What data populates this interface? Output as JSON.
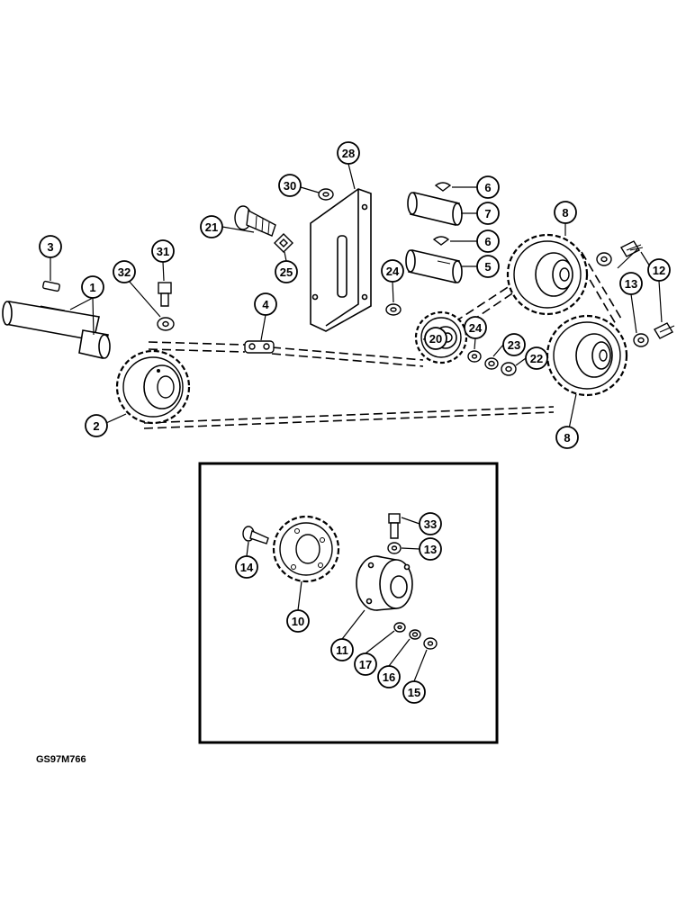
{
  "figure_code": "GS97M766",
  "callouts": [
    {
      "id": "c1",
      "label": "1"
    },
    {
      "id": "c2",
      "label": "2"
    },
    {
      "id": "c3",
      "label": "3"
    },
    {
      "id": "c4",
      "label": "4"
    },
    {
      "id": "c5",
      "label": "5"
    },
    {
      "id": "c6a",
      "label": "6"
    },
    {
      "id": "c6b",
      "label": "6"
    },
    {
      "id": "c7",
      "label": "7"
    },
    {
      "id": "c8a",
      "label": "8"
    },
    {
      "id": "c8b",
      "label": "8"
    },
    {
      "id": "c10",
      "label": "10"
    },
    {
      "id": "c11",
      "label": "11"
    },
    {
      "id": "c12",
      "label": "12"
    },
    {
      "id": "c13a",
      "label": "13"
    },
    {
      "id": "c13b",
      "label": "13"
    },
    {
      "id": "c14",
      "label": "14"
    },
    {
      "id": "c15",
      "label": "15"
    },
    {
      "id": "c16",
      "label": "16"
    },
    {
      "id": "c17",
      "label": "17"
    },
    {
      "id": "c20",
      "label": "20"
    },
    {
      "id": "c21",
      "label": "21"
    },
    {
      "id": "c22",
      "label": "22"
    },
    {
      "id": "c23",
      "label": "23"
    },
    {
      "id": "c24a",
      "label": "24"
    },
    {
      "id": "c24b",
      "label": "24"
    },
    {
      "id": "c25",
      "label": "25"
    },
    {
      "id": "c28",
      "label": "28"
    },
    {
      "id": "c30",
      "label": "30"
    },
    {
      "id": "c31",
      "label": "31"
    },
    {
      "id": "c32",
      "label": "32"
    },
    {
      "id": "c33",
      "label": "33"
    }
  ]
}
